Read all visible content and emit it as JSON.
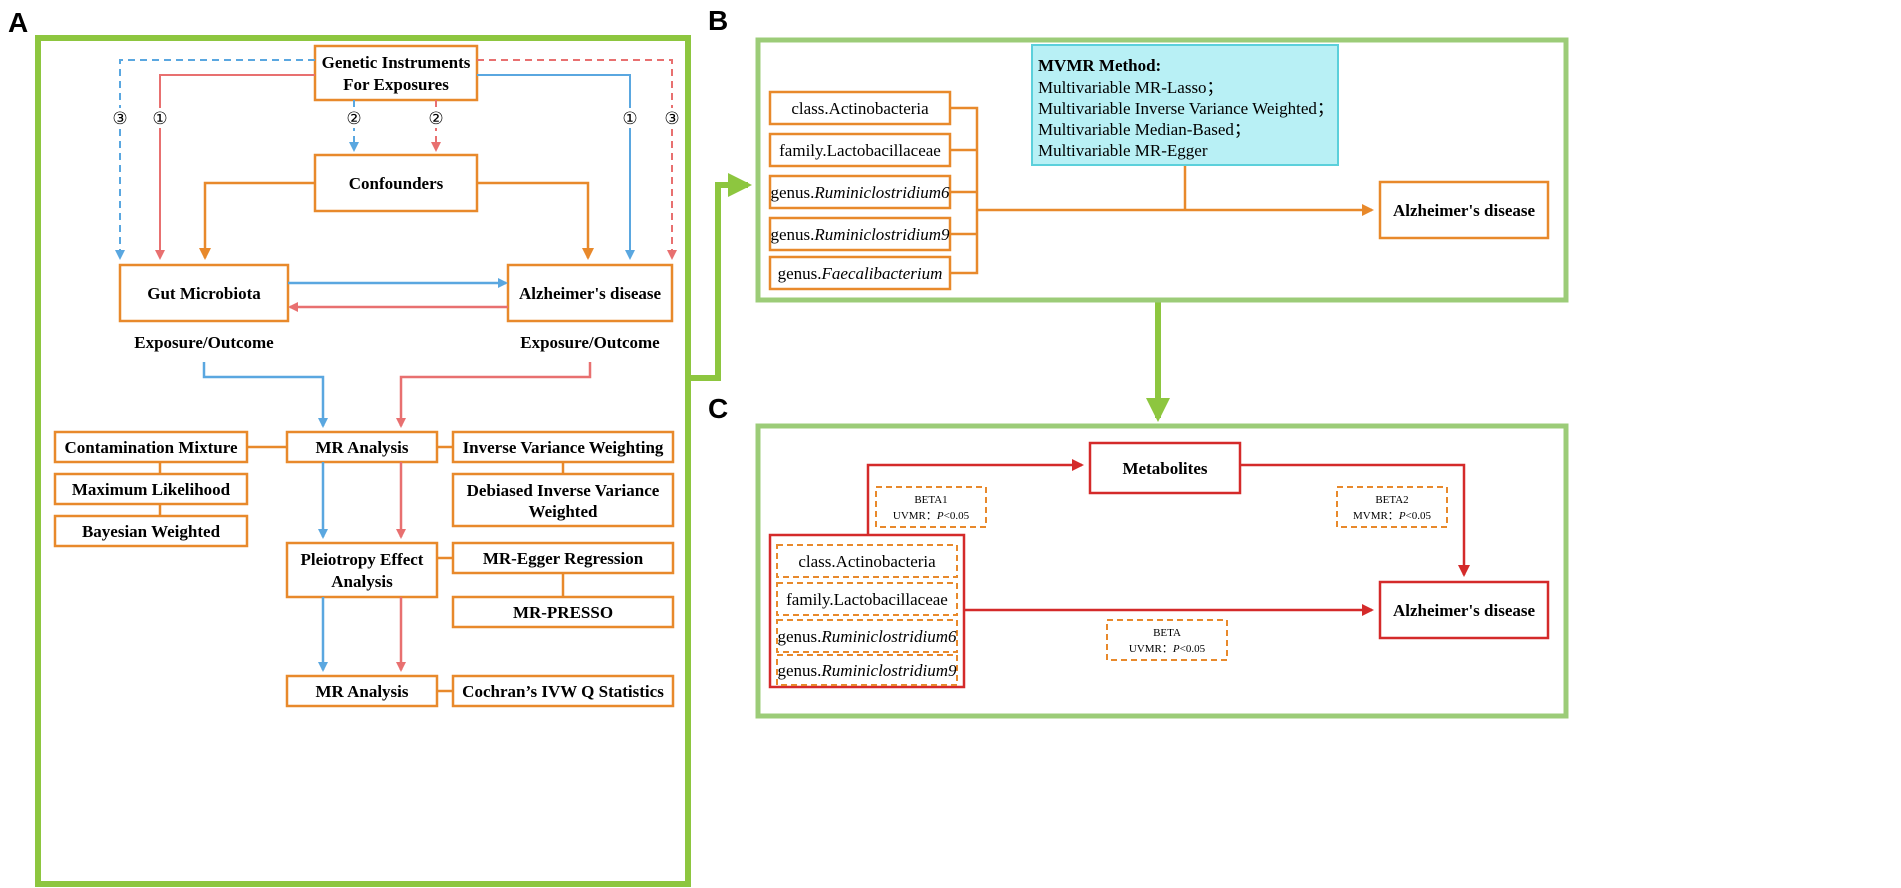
{
  "colors": {
    "panel_border_a": "#8dc63f",
    "panel_border_bc": "#9ccc78",
    "orange": "#e8892b",
    "blue": "#5aa7e0",
    "red_pink": "#e87070",
    "red": "#d42a2a",
    "cyan_fill": "#b8f0f5",
    "cyan_border": "#5bd0db"
  },
  "panel_a": {
    "letter": "A",
    "genetic_instruments": [
      "Genetic Instruments",
      "For Exposures"
    ],
    "confounders": "Confounders",
    "gut_microbiota": "Gut Microbiota",
    "alzheimers": "Alzheimer's disease",
    "exposure_outcome_left": "Exposure/Outcome",
    "exposure_outcome_right": "Exposure/Outcome",
    "markers": {
      "m1": "①",
      "m2": "②",
      "m3": "③"
    },
    "mr_analysis_1": "MR Analysis",
    "contamination_mixture": "Contamination Mixture",
    "maximum_likelihood": "Maximum Likelihood",
    "bayesian_weighted": "Bayesian Weighted",
    "inverse_variance_weighting": "Inverse Variance Weighting",
    "debiased_ivw": [
      "Debiased Inverse Variance",
      "Weighted"
    ],
    "pleiotropy": [
      "Pleiotropy Effect",
      "Analysis"
    ],
    "mr_egger_regression": "MR-Egger Regression",
    "mr_presso": "MR-PRESSO",
    "mr_analysis_2": "MR Analysis",
    "cochran": "Cochran’s IVW Q Statistics"
  },
  "panel_b": {
    "letter": "B",
    "taxa": [
      {
        "prefix": "class.",
        "name": "Actinobacteria",
        "italic": false
      },
      {
        "prefix": "family.",
        "name": "Lactobacillaceae",
        "italic": false
      },
      {
        "prefix": "genus.",
        "name": "Ruminiclostridium6",
        "italic": true
      },
      {
        "prefix": "genus.",
        "name": "Ruminiclostridium9",
        "italic": true
      },
      {
        "prefix": "genus.",
        "name": "Faecalibacterium",
        "italic": true
      }
    ],
    "mvmr_title": "MVMR Method:",
    "mvmr_methods": [
      "Multivariable MR-Lasso；",
      "Multivariable Inverse Variance Weighted；",
      "Multivariable Median-Based；",
      "Multivariable MR-Egger"
    ],
    "alzheimers": "Alzheimer's disease"
  },
  "panel_c": {
    "letter": "C",
    "metabolites": "Metabolites",
    "alzheimers": "Alzheimer's disease",
    "taxa": [
      {
        "prefix": "class.",
        "name": "Actinobacteria",
        "italic": false
      },
      {
        "prefix": "family.",
        "name": "Lactobacillaceae",
        "italic": false
      },
      {
        "prefix": "genus.",
        "name": "Ruminiclostridium6",
        "italic": true
      },
      {
        "prefix": "genus.",
        "name": "Ruminiclostridium9",
        "italic": true
      }
    ],
    "beta1": {
      "name": "BETA1",
      "line_prefix": "UVMR：",
      "p_label": "P",
      "p_suffix": "<0.05"
    },
    "beta2": {
      "name": "BETA2",
      "line_prefix": "MVMR：",
      "p_label": "P",
      "p_suffix": "<0.05"
    },
    "beta": {
      "name": "BETA",
      "line_prefix": "UVMR：",
      "p_label": "P",
      "p_suffix": "<0.05"
    }
  }
}
